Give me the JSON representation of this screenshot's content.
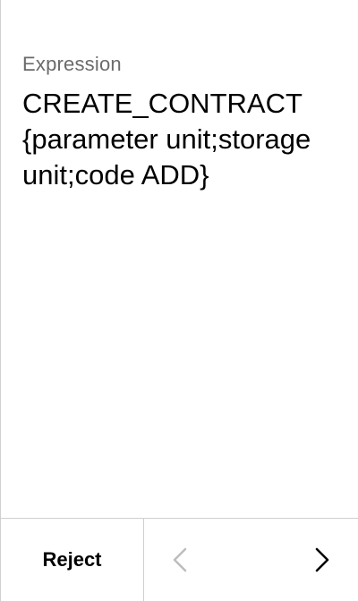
{
  "review": {
    "label": "Expression",
    "value": "CREATE_CONTRACT {parameter unit;storage unit;code ADD}"
  },
  "footer": {
    "reject_label": "Reject",
    "prev_icon": "chevron-left-icon",
    "next_icon": "chevron-right-icon"
  },
  "colors": {
    "label": "#6b6b6b",
    "text": "#000000",
    "divider": "#cfcfcf",
    "disabled": "#bdbdbd"
  }
}
